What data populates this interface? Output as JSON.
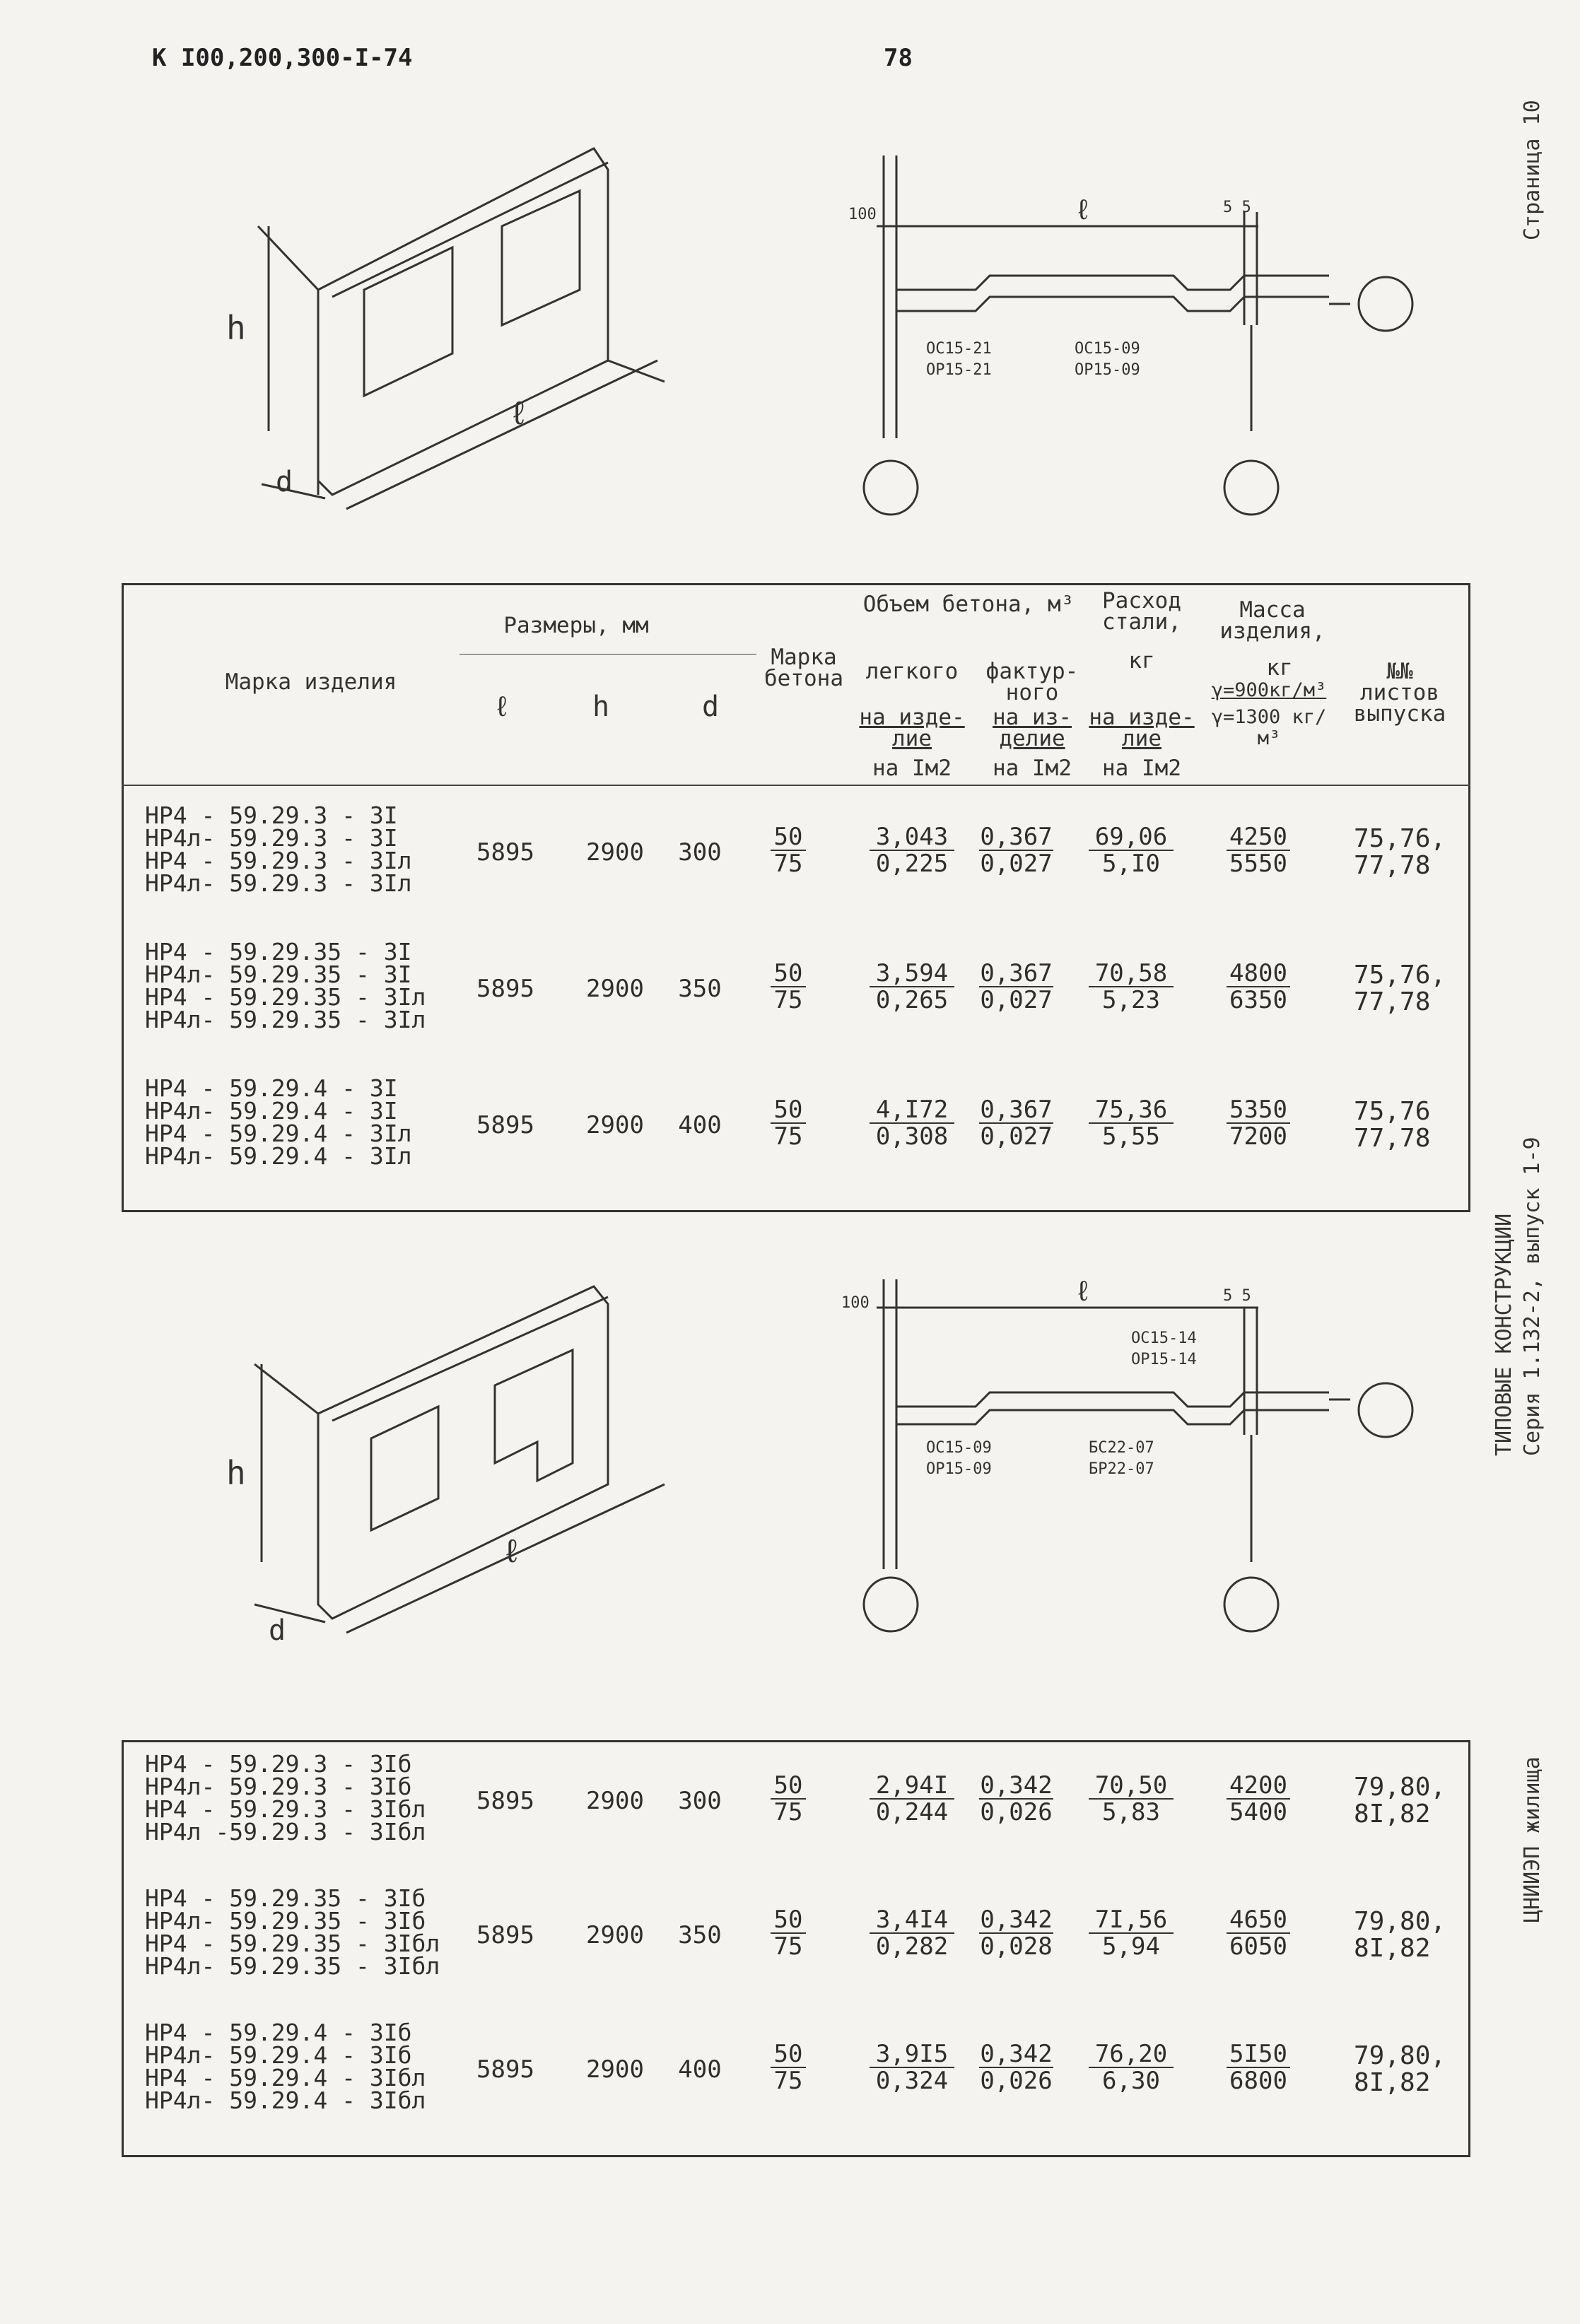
{
  "header": {
    "code": "К I00,200,300-I-74",
    "page_number": "78"
  },
  "side": {
    "page_tag": "Страница 10",
    "series_line1": "ТИПОВЫЕ КОНСТРУКЦИИ",
    "series_line2": "Серия 1.132-2, выпуск 1-9",
    "institute": "ЦНИИЭП жилища"
  },
  "drawing_labels": {
    "dim_h": "h",
    "dim_l": "ℓ",
    "dim_d": "d",
    "top_100": "100",
    "top_55": "5 5",
    "top_tag1a": "ОС15-21",
    "top_tag1b": "ОР15-21",
    "top_tag2a": "ОС15-09",
    "top_tag2b": "ОР15-09",
    "bot_100": "100",
    "bot_55": "5 5",
    "bot_tag1a": "ОС15-09",
    "bot_tag1b": "ОР15-09",
    "bot_tag2a": "БС22-07",
    "bot_tag2b": "БР22-07",
    "bot_tag3a": "ОС15-14",
    "bot_tag3b": "ОР15-14"
  },
  "table_header": {
    "mark": "Марка изделия",
    "sizes": "Размеры, мм",
    "l": "ℓ",
    "h": "h",
    "d": "d",
    "concrete_mark": "Марка бетона",
    "volume": "Объем бетона, м³",
    "light": "легкого",
    "facing": "фактур-ного",
    "per_item1": "на изде-лие",
    "per_item2": "на из-делие",
    "per_m2_1": "на Iм2",
    "per_m2_2": "на Iм2",
    "steel": "Расход стали,",
    "steel_unit": "кг",
    "steel_per_item": "на изде-лие",
    "steel_per_m2": "на Iм2",
    "mass": "Масса изделия,",
    "mass_unit": "кг",
    "mass_g1": "γ=900кг/м³",
    "mass_g2": "γ=1300 кг/м³",
    "sheets": "№№ листов выпуска"
  },
  "table1_rows": [
    {
      "marks": "НР4 - 59.29.3 - 3I\nНР4л- 59.29.3 - 3I\nНР4 - 59.29.3 - 3Iл\nНР4л- 59.29.3 - 3Iл",
      "l": "5895",
      "h": "2900",
      "d": "300",
      "cm_top": "50",
      "cm_bot": "75",
      "lv_top": "3,043",
      "lv_bot": "0,225",
      "fv_top": "0,367",
      "fv_bot": "0,027",
      "st_top": "69,06",
      "st_bot": "5,I0",
      "m_top": "4250",
      "m_bot": "5550",
      "sheets": "75,76,\n77,78"
    },
    {
      "marks": "НР4 - 59.29.35 - 3I\nНР4л- 59.29.35 - 3I\nНР4 - 59.29.35 - 3Iл\nНР4л- 59.29.35 - 3Iл",
      "l": "5895",
      "h": "2900",
      "d": "350",
      "cm_top": "50",
      "cm_bot": "75",
      "lv_top": "3,594",
      "lv_bot": "0,265",
      "fv_top": "0,367",
      "fv_bot": "0,027",
      "st_top": "70,58",
      "st_bot": "5,23",
      "m_top": "4800",
      "m_bot": "6350",
      "sheets": "75,76,\n77,78"
    },
    {
      "marks": "НР4 - 59.29.4 - 3I\nНР4л- 59.29.4 - 3I\nНР4 - 59.29.4 - 3Iл\nНР4л- 59.29.4 - 3Iл",
      "l": "5895",
      "h": "2900",
      "d": "400",
      "cm_top": "50",
      "cm_bot": "75",
      "lv_top": "4,I72",
      "lv_bot": "0,308",
      "fv_top": "0,367",
      "fv_bot": "0,027",
      "st_top": "75,36",
      "st_bot": "5,55",
      "m_top": "5350",
      "m_bot": "7200",
      "sheets": "75,76\n77,78"
    }
  ],
  "table2_rows": [
    {
      "marks": "НР4 - 59.29.3 - 3Iб\nНР4л- 59.29.3 - 3Iб\nНР4 - 59.29.3 - 3Iбл\nНР4л -59.29.3 - 3Iбл",
      "l": "5895",
      "h": "2900",
      "d": "300",
      "cm_top": "50",
      "cm_bot": "75",
      "lv_top": "2,94I",
      "lv_bot": "0,244",
      "fv_top": "0,342",
      "fv_bot": "0,026",
      "st_top": "70,50",
      "st_bot": "5,83",
      "m_top": "4200",
      "m_bot": "5400",
      "sheets": "79,80,\n8I,82"
    },
    {
      "marks": "НР4 - 59.29.35 - 3Iб\nНР4л- 59.29.35 - 3Iб\nНР4 - 59.29.35 - 3Iбл\nНР4л- 59.29.35 - 3Iбл",
      "l": "5895",
      "h": "2900",
      "d": "350",
      "cm_top": "50",
      "cm_bot": "75",
      "lv_top": "3,4I4",
      "lv_bot": "0,282",
      "fv_top": "0,342",
      "fv_bot": "0,028",
      "st_top": "7I,56",
      "st_bot": "5,94",
      "m_top": "4650",
      "m_bot": "6050",
      "sheets": "79,80,\n8I,82"
    },
    {
      "marks": "НР4 - 59.29.4 - 3Iб\nНР4л- 59.29.4 - 3Iб\nНР4 - 59.29.4 - 3Iбл\nНР4л- 59.29.4 - 3Iбл",
      "l": "5895",
      "h": "2900",
      "d": "400",
      "cm_top": "50",
      "cm_bot": "75",
      "lv_top": "3,9I5",
      "lv_bot": "0,324",
      "fv_top": "0,342",
      "fv_bot": "0,026",
      "st_top": "76,20",
      "st_bot": "6,30",
      "m_top": "5I50",
      "m_bot": "6800",
      "sheets": "79,80,\n8I,82"
    }
  ]
}
